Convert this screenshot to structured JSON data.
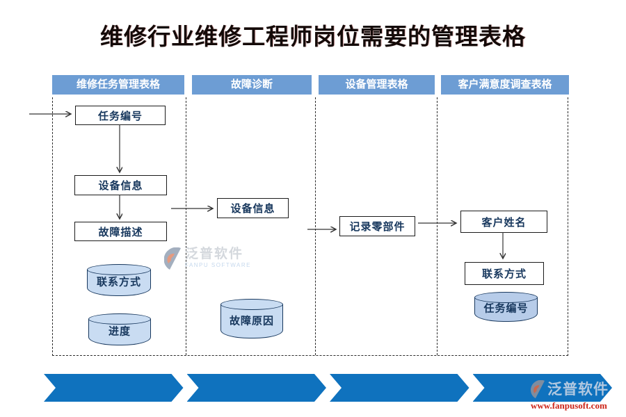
{
  "title": "维修行业维修工程师岗位需要的管理表格",
  "colors": {
    "header_blue": "#6D9DD4",
    "chevron_blue": "#0F72BE",
    "node_border": "#1A1A1A",
    "node_text": "#17375D",
    "cylinder_fill": "#C9DCF2",
    "cylinder_fill_dark": "#B7CCE9",
    "title_color": "#140A08",
    "arrow_color": "#333333",
    "url_red": "#CC2418",
    "watermark_gray": "#CDD2D8",
    "watermark_blue": "#BCD2EA"
  },
  "lanes": [
    {
      "header": "维修任务管理表格",
      "nodes": [
        {
          "label": "任务编号",
          "shape": "box"
        },
        {
          "label": "设备信息",
          "shape": "box"
        },
        {
          "label": "故障描述",
          "shape": "box"
        },
        {
          "label": "联系方式",
          "shape": "cylinder"
        },
        {
          "label": "进度",
          "shape": "cylinder"
        }
      ]
    },
    {
      "header": "故障诊断",
      "nodes": [
        {
          "label": "设备信息",
          "shape": "box"
        },
        {
          "label": "故障原因",
          "shape": "cylinder"
        }
      ]
    },
    {
      "header": "设备管理表格",
      "nodes": [
        {
          "label": "记录零部件",
          "shape": "box"
        }
      ]
    },
    {
      "header": "客户满意度调查表格",
      "nodes": [
        {
          "label": "客户姓名",
          "shape": "box"
        },
        {
          "label": "联系方式",
          "shape": "box"
        },
        {
          "label": "任务编号",
          "shape": "cylinder"
        }
      ]
    }
  ],
  "watermarks": {
    "center": {
      "brand": "泛普软件",
      "subtitle": "FANPU SOFTWARE"
    },
    "bottom_right": {
      "brand": "泛普软件",
      "url": "www.fanpusoft.com"
    }
  },
  "process_bar": {
    "step_count": 4
  }
}
